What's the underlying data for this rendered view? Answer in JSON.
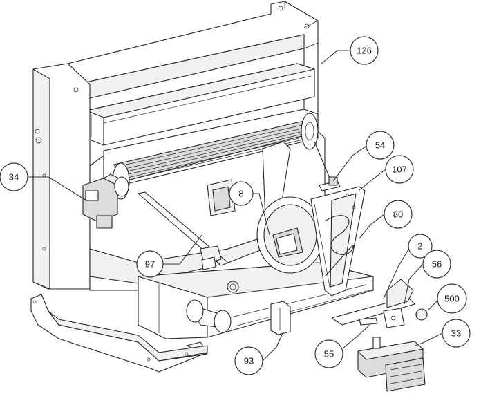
{
  "callouts": [
    {
      "id": "c126",
      "label": "126"
    },
    {
      "id": "c54",
      "label": "54"
    },
    {
      "id": "c107",
      "label": "107"
    },
    {
      "id": "c34",
      "label": "34"
    },
    {
      "id": "c8",
      "label": "8"
    },
    {
      "id": "c80",
      "label": "80"
    },
    {
      "id": "c2",
      "label": "2"
    },
    {
      "id": "c56",
      "label": "56"
    },
    {
      "id": "c97",
      "label": "97"
    },
    {
      "id": "c500",
      "label": "500"
    },
    {
      "id": "c33",
      "label": "33"
    },
    {
      "id": "c55",
      "label": "55"
    },
    {
      "id": "c93",
      "label": "93"
    }
  ]
}
